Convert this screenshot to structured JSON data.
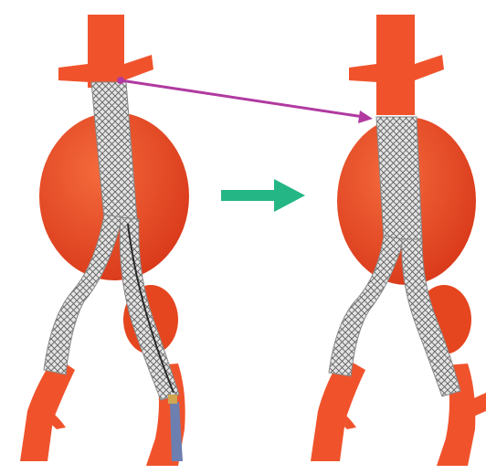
{
  "figure": {
    "panels": [
      {
        "id": "before",
        "description_key": "stent-graft-deployment"
      },
      {
        "id": "after",
        "description_key": "stent-graft-migrated"
      }
    ],
    "colors": {
      "vessel": "#f0532c",
      "vessel_dark": "#c8361b",
      "aneurysm": "#e8431f",
      "stent": "#d9d9d9",
      "stent_mesh": "#6b6b6b",
      "migration_arrow": "#b03aa0",
      "transition_arrow": "#25b686",
      "catheter": "#6d7fb0"
    }
  }
}
